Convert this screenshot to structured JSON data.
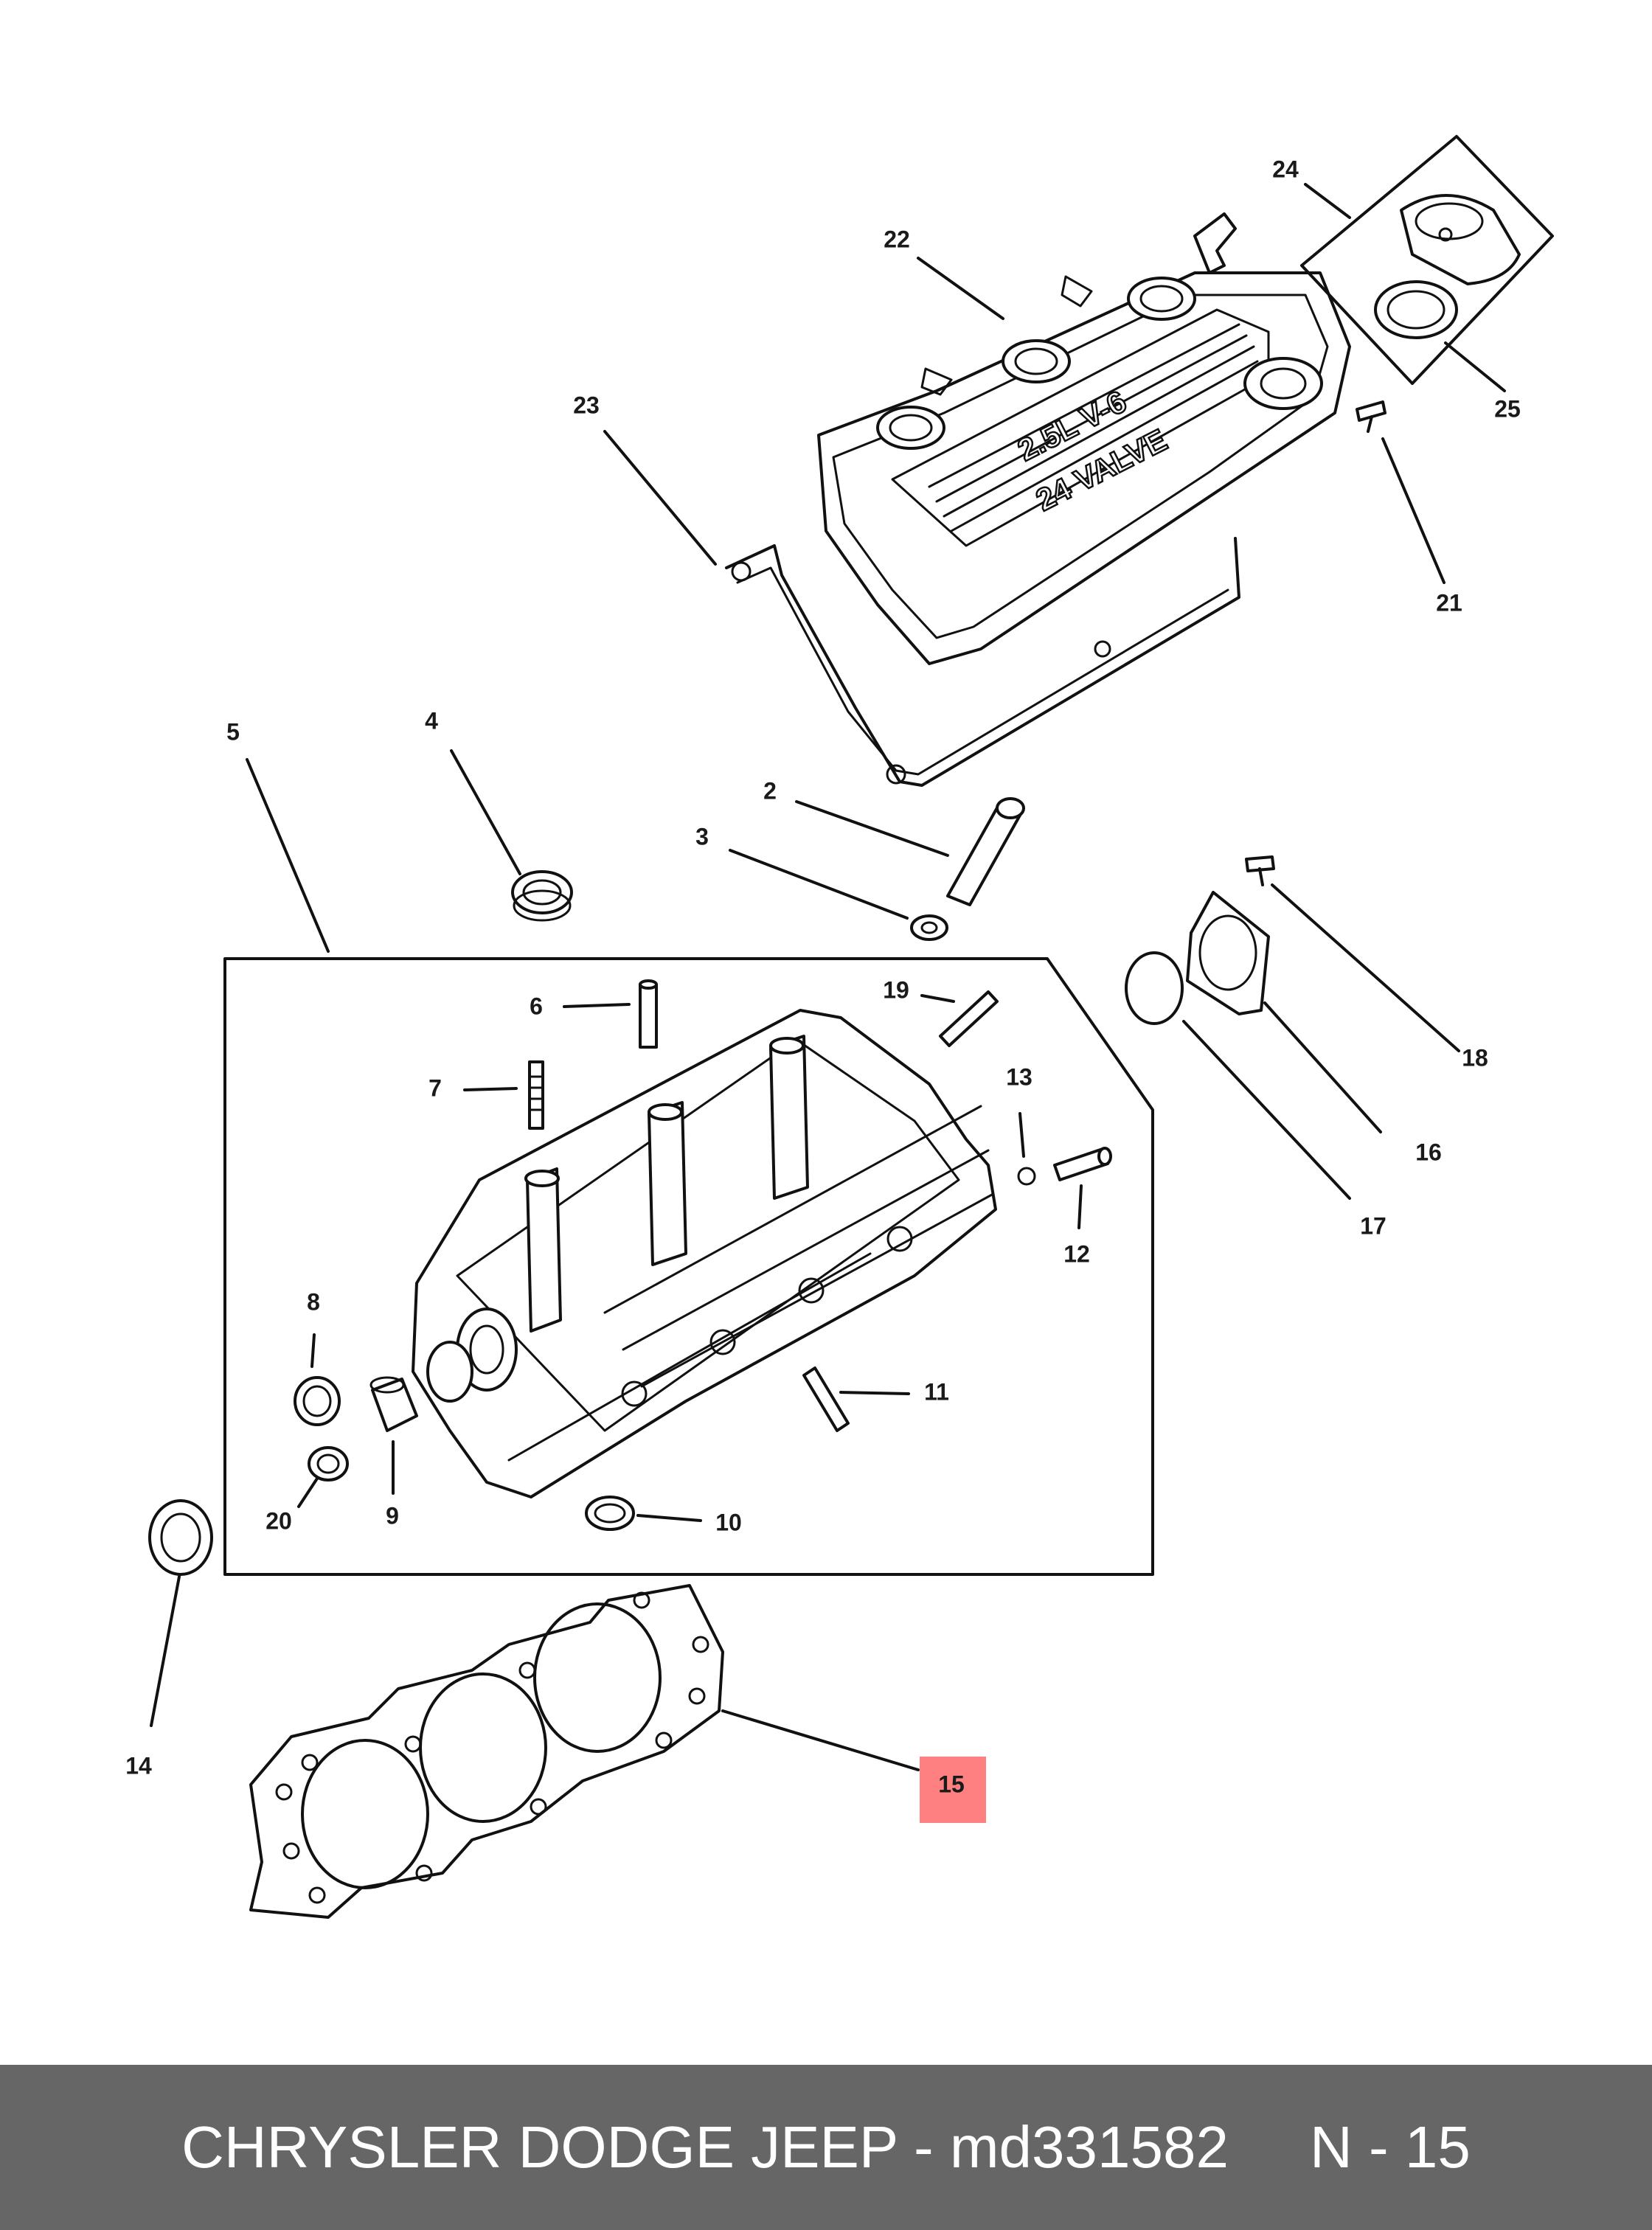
{
  "diagram": {
    "callouts": [
      "2",
      "3",
      "4",
      "5",
      "6",
      "7",
      "8",
      "9",
      "10",
      "11",
      "12",
      "13",
      "14",
      "15",
      "16",
      "17",
      "18",
      "19",
      "20",
      "21",
      "22",
      "23",
      "24",
      "25"
    ],
    "highlighted_callout": "15",
    "highlight_color": "#ff8080",
    "cover_text_top": "2.5L V-6",
    "cover_text_bottom": "24 VALVE"
  },
  "footer": {
    "brand": "CHRYSLER DODGE JEEP",
    "separator": "-",
    "part_number": "md331582",
    "page_label": "N - 15",
    "background_color": "#666666"
  }
}
